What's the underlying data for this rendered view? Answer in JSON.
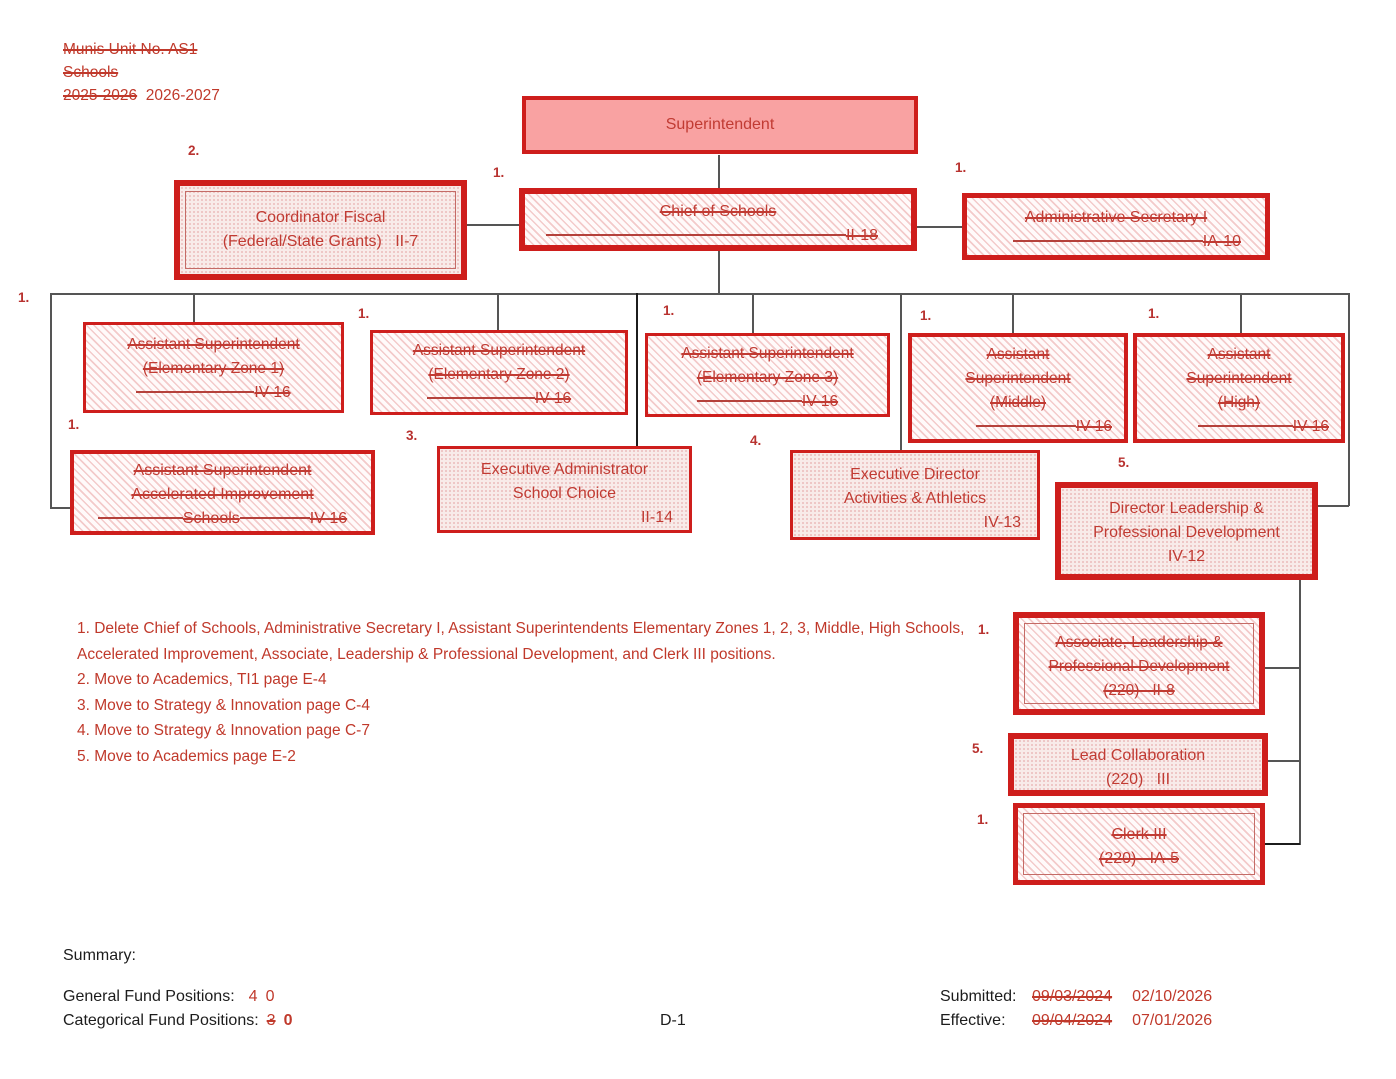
{
  "title_block": {
    "line1": "Munis Unit No. AS1",
    "line2": "Schools",
    "year_old": "2025-2026",
    "year_new": "2026-2027"
  },
  "row_label": "1.",
  "boxes": {
    "superintendent": {
      "title": "Superintendent"
    },
    "coordinator": {
      "label": "2.",
      "line1": "Coordinator Fiscal",
      "line2": "(Federal/State Grants)   II-7"
    },
    "chief": {
      "label": "1.",
      "line1": "Chief of Schools",
      "code": "II-18"
    },
    "admin_secretary": {
      "label": "1.",
      "line1": "Administrative Secretary I",
      "code": "IA-10"
    },
    "zone1": {
      "line1": "Assistant Superintendent",
      "line2": "(Elementary Zone 1)",
      "code": "IV-16"
    },
    "zone2": {
      "label": "1.",
      "line1": "Assistant Superintendent",
      "line2": "(Elementary Zone 2)",
      "code": "IV-16"
    },
    "zone3": {
      "label": "1.",
      "line1": "Assistant Superintendent",
      "line2": "(Elementary Zone 3)",
      "code": "IV-16"
    },
    "middle": {
      "label": "1.",
      "line1": "Assistant",
      "line2": "Superintendent",
      "line3": "(Middle)",
      "code": "IV-16"
    },
    "high": {
      "label": "1.",
      "line1": "Assistant",
      "line2": "Superintendent",
      "line3": "(High)",
      "code": "IV-16"
    },
    "accelerated": {
      "label": "1.",
      "line1": "Assistant Superintendent",
      "line2": "Accelerated Improvement",
      "line3": "Schools",
      "code": "IV-16"
    },
    "school_choice": {
      "label": "3.",
      "line1": "Executive Administrator",
      "line2": "School Choice",
      "code": "II-14"
    },
    "exec_director": {
      "label": "4.",
      "line1": "Executive Director",
      "line2": "Activities & Athletics",
      "code": "IV-13"
    },
    "director_leadership": {
      "label": "5.",
      "line1": "Director Leadership &",
      "line2": "Professional Development",
      "code": "IV-12"
    },
    "associate": {
      "label": "1.",
      "line1": "Associate, Leadership &",
      "line2": "Professional Development",
      "line3": "(220)   II-8"
    },
    "lead_collaboration": {
      "label": "5.",
      "line1": "Lead Collaboration",
      "line2": "(220)   III"
    },
    "clerk": {
      "label": "1.",
      "line1": "Clerk III",
      "line2": "(220)   IA-5"
    }
  },
  "notes": [
    "1. Delete Chief of Schools, Administrative Secretary I, Assistant Superintendents Elementary Zones 1, 2, 3, Middle, High Schools, Accelerated Improvement, Associate, Leadership & Professional Development, and Clerk III positions.",
    "2. Move to Academics, TI1 page E-4",
    "3. Move to Strategy & Innovation page C-4",
    "4. Move to Strategy & Innovation page C-7",
    "5. Move to Academics page E-2"
  ],
  "summary": {
    "title": "Summary:",
    "general_label": "General Fund Positions:",
    "general_old": "4",
    "general_new": "0",
    "categorical_label": "Categorical Fund Positions:",
    "categorical_old": "3",
    "categorical_new": "0"
  },
  "footer": {
    "page": "D-1",
    "submitted_label": "Submitted:",
    "submitted_old": "09/03/2024",
    "submitted_new": "02/10/2026",
    "effective_label": "Effective:",
    "effective_old": "09/04/2024",
    "effective_new": "07/01/2026"
  },
  "colors": {
    "border_red": "#ce1e1c",
    "text_red": "#c13b33",
    "fill_solid": "#f9a2a2",
    "fill_stipple": "#f8ebe9",
    "connector": "#555555"
  }
}
